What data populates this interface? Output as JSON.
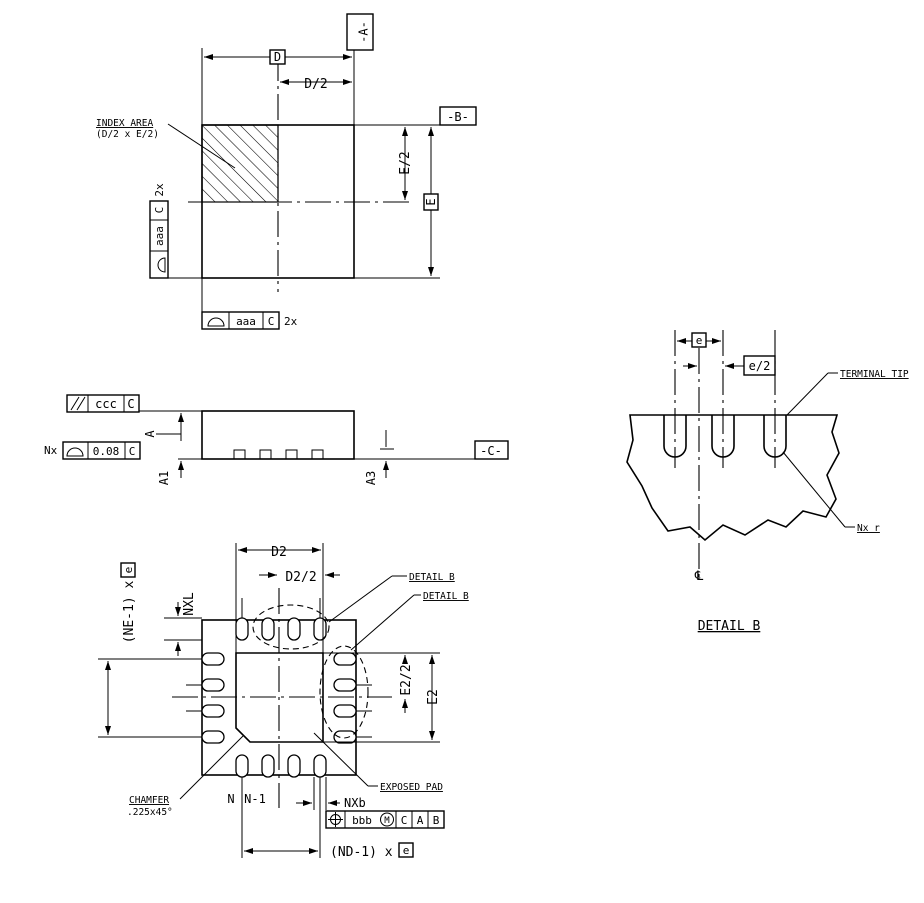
{
  "top_view": {
    "datum_a": "-A-",
    "datum_b": "-B-",
    "dim_d": "D",
    "dim_d_half": "D/2",
    "dim_e": "E",
    "dim_e_half": "E/2",
    "index_area": "INDEX AREA",
    "index_area_formula": "(D/2 x E/2)",
    "tol_aaa": "aaa",
    "tol_ref": "C",
    "tol_count": "2x"
  },
  "side_view": {
    "parallelism_value": "ccc",
    "parallelism_ref": "C",
    "flatness_prefix": "Nx",
    "flatness_value": "0.08",
    "flatness_ref": "C",
    "dim_a": "A",
    "dim_a1": "A1",
    "dim_a3": "A3",
    "datum_c": "-C-"
  },
  "bottom_view": {
    "dim_d2": "D2",
    "dim_d2_half": "D2/2",
    "dim_e2": "E2",
    "dim_e2_half": "E2/2",
    "ne_pitch": "(NE-1) x",
    "pitch_symbol": "e",
    "nxl": "NXL",
    "detail_b_1": "DETAIL B",
    "detail_b_2": "DETAIL B",
    "chamfer": "CHAMFER",
    "chamfer_spec": ".225x45°",
    "exposed_pad": "EXPOSED PAD",
    "pin_n": "N",
    "pin_n_minus_1": "N-1",
    "nxb": "NXb",
    "pos_value": "bbb",
    "pos_modifier": "M",
    "pos_ref_c": "C",
    "pos_ref_a": "A",
    "pos_ref_b": "B",
    "nd_pitch": "(ND-1) x"
  },
  "detail_b": {
    "pitch": "e",
    "half_pitch": "e/2",
    "terminal_tip": "TERMINAL TIP",
    "radius": "Nx r",
    "centerline": "℄",
    "title": "DETAIL B"
  }
}
